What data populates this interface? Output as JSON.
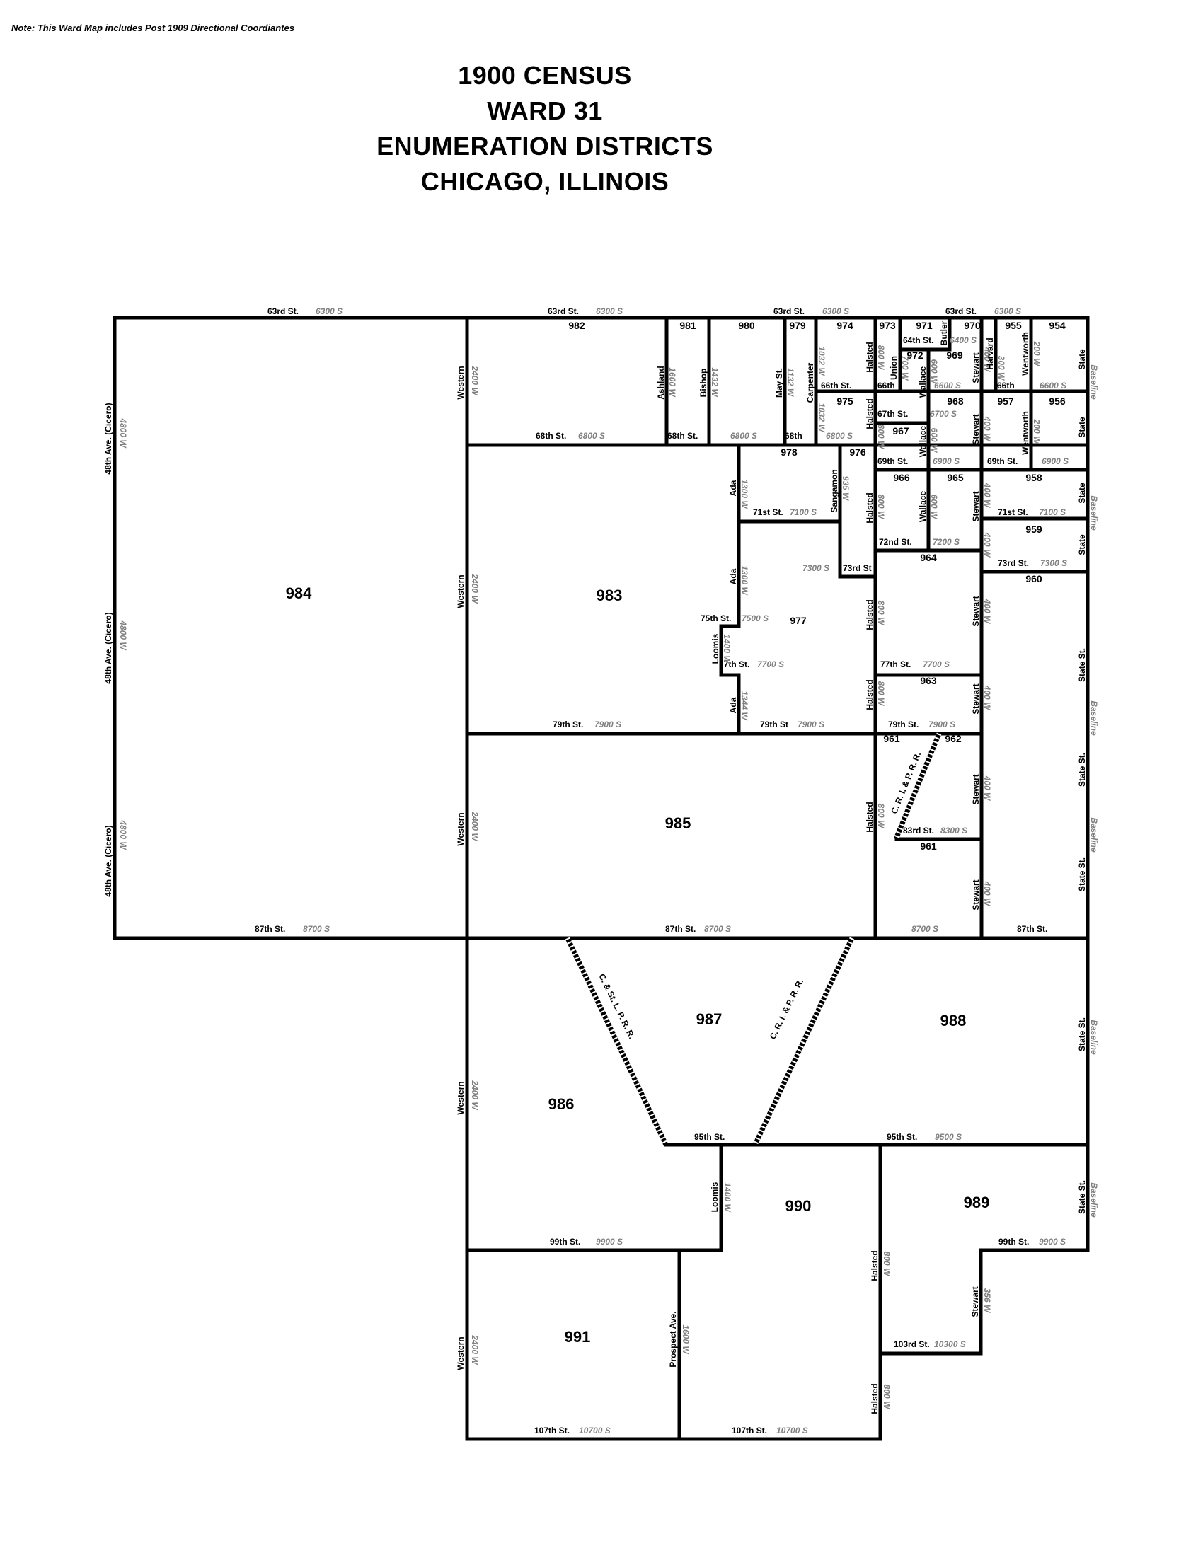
{
  "note": "Note:  This Ward Map includes Post 1909 Directional Coordiantes",
  "title_lines": [
    "1900 CENSUS",
    "WARD 31",
    "ENUMERATION DISTRICTS",
    "CHICAGO, ILLINOIS"
  ],
  "districts": [
    "984",
    "983",
    "985",
    "986",
    "987",
    "988",
    "989",
    "990",
    "991",
    "982",
    "981",
    "980",
    "979",
    "974",
    "973",
    "971",
    "970",
    "955",
    "954",
    "972",
    "969",
    "975",
    "968",
    "957",
    "956",
    "967",
    "978",
    "976",
    "966",
    "965",
    "958",
    "959",
    "964",
    "960",
    "977",
    "963",
    "961",
    "962"
  ],
  "streets": {
    "s63": "63rd St.",
    "c6300": "6300 S",
    "s64": "64th St.",
    "c6400": "6400 S",
    "s66": "66th St.",
    "s66b": "66th",
    "c6600": "6600 S",
    "s67": "67th St.",
    "c6700": "6700 S",
    "s68": "68th St.",
    "s68b": "68th",
    "c6800": "6800 S",
    "s69": "69th St.",
    "c6900": "6900 S",
    "s71": "71st St.",
    "c7100": "7100 S",
    "s72": "72nd St.",
    "c7200": "7200 S",
    "s73": "73rd St.",
    "s73b": "73rd St",
    "c7300": "7300 S",
    "s75": "75th St.",
    "c7500": "7500 S",
    "s77": "77th St.",
    "c7700": "7700 S",
    "s79": "79th St.",
    "s79b": "79th St",
    "c7900": "7900 S",
    "s83": "83rd St.",
    "c8300": "8300 S",
    "s87": "87th St.",
    "c8700": "8700 S",
    "s95": "95th St.",
    "c9500": "9500 S",
    "s99": "99th St.",
    "c9900": "9900 S",
    "s103": "103rd St.",
    "c10300": "10300 S",
    "s107": "107th St.",
    "c10700": "10700 S",
    "cicero": "48th Ave. (Cicero)",
    "c4800": "4800 W",
    "western": "Western",
    "c2400": "2400 W",
    "ashland": "Ashland",
    "c1600": "1600 W",
    "bishop": "Bishop",
    "c1432": "1432 W",
    "may": "May St.",
    "c1132": "1132 W",
    "carpenter": "Carpenter",
    "c1032": "1032 W",
    "ada": "Ada",
    "c1300": "1300 W",
    "c1344": "1344 W",
    "loomis": "Loomis",
    "c1400": "1400 W",
    "sangamon": "Sangamon",
    "c935": "935 W",
    "halsted": "Halsted",
    "c800": "800 W",
    "union": "Union",
    "c700": "700 W",
    "wallace": "Wallace",
    "c600": "600 W",
    "butler": "Butler",
    "stewart": "Stewart",
    "c400": "400 W",
    "harvard": "Harvard",
    "c300": "300 W",
    "wentworth": "Wentworth",
    "c200": "200 W",
    "state": "State",
    "statest": "State St.",
    "baseline": "Baseline",
    "prospect": "Prospect Ave.",
    "c356": "356 W"
  },
  "railroads": [
    "C. R. I. & P. R. R.",
    "C. & St. L. P. R. R."
  ]
}
